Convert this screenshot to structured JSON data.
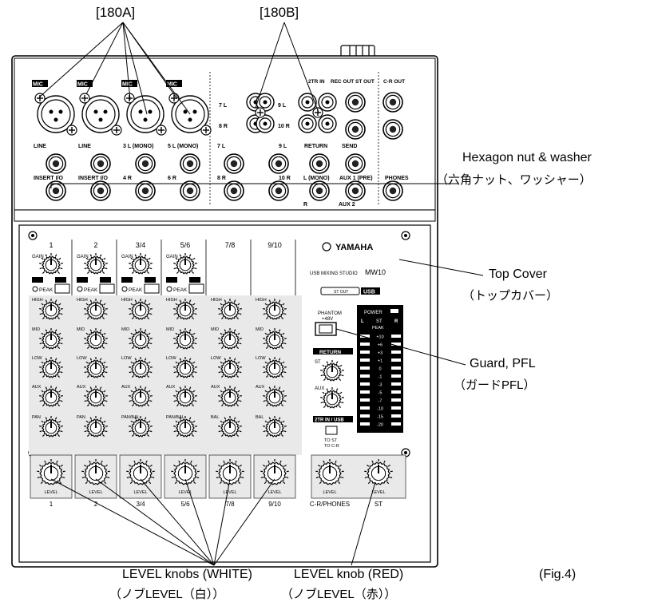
{
  "panel": {
    "brand": "YAMAHA",
    "model_text": "USB MIXING STUDIO",
    "model_logo": "MW10",
    "usb_label": "USB",
    "stereo_out_tag": "ST OUT",
    "phantom": "PHANTOM",
    "phantom_voltage": "+48V",
    "power": "POWER",
    "meter_l": "L",
    "meter_st": "ST",
    "meter_r": "R",
    "peak": "PEAK",
    "meter_scale": [
      "+10",
      "+6",
      "+3",
      "+1",
      "0",
      "-1",
      "-3",
      "-5",
      "-7",
      "-10",
      "-15",
      "-20"
    ],
    "return_title": "RETURN",
    "return_st": "ST",
    "return_aux": "AUX",
    "twotr_in_usb": "2TR IN / USB",
    "to_st": "TO ST",
    "to_cr": "TO C-R",
    "channel_numbers": [
      "1",
      "2",
      "3/4",
      "5/6",
      "7/8",
      "9/10"
    ],
    "bottom_labels": [
      "1",
      "2",
      "3/4",
      "5/6",
      "7/8",
      "9/10",
      "C-R/PHONES",
      "ST"
    ],
    "gain": "GAIN",
    "high": "HIGH",
    "mid": "MID",
    "low": "LOW",
    "aux": "AUX",
    "pan": "PAN",
    "pan_bal": "PAN/BAL",
    "bal": "BAL",
    "peak_btn": "PEAK",
    "level": "LEVEL",
    "mic": "MIC",
    "line": "LINE",
    "insert_io": "INSERT I/O",
    "mono": "(MONO)",
    "rear_labels": {
      "ch3": "3 L",
      "ch4": "4 R",
      "ch5": "5 L",
      "ch6": "6 R",
      "ch7": "7 L",
      "ch8": "8 R",
      "ch9": "9 L",
      "ch10": "10 R",
      "twotr_in": "2TR IN",
      "rec_out": "REC OUT",
      "st_out": "ST OUT",
      "cr_out": "C-R OUT",
      "return": "RETURN",
      "send": "SEND",
      "aux1_pre": "AUX 1 (PRE)",
      "aux2": "AUX 2",
      "phones": "PHONES",
      "l_mono": "L (MONO)",
      "r": "R"
    }
  },
  "callouts": {
    "a180a": "[180A]",
    "a180b": "[180B]",
    "hex_en": "Hexagon nut & washer",
    "hex_jp": "（六角ナット、ワッシャー）",
    "top_en": "Top Cover",
    "top_jp": "（トップカバー）",
    "guard_en": "Guard, PFL",
    "guard_jp": "（ガードPFL）",
    "white_en": "LEVEL knobs (WHITE)",
    "white_jp": "（ノブLEVEL（白））",
    "red_en": "LEVEL knob (RED)",
    "red_jp": "（ノブLEVEL（赤））",
    "fig": "(Fig.4)"
  }
}
